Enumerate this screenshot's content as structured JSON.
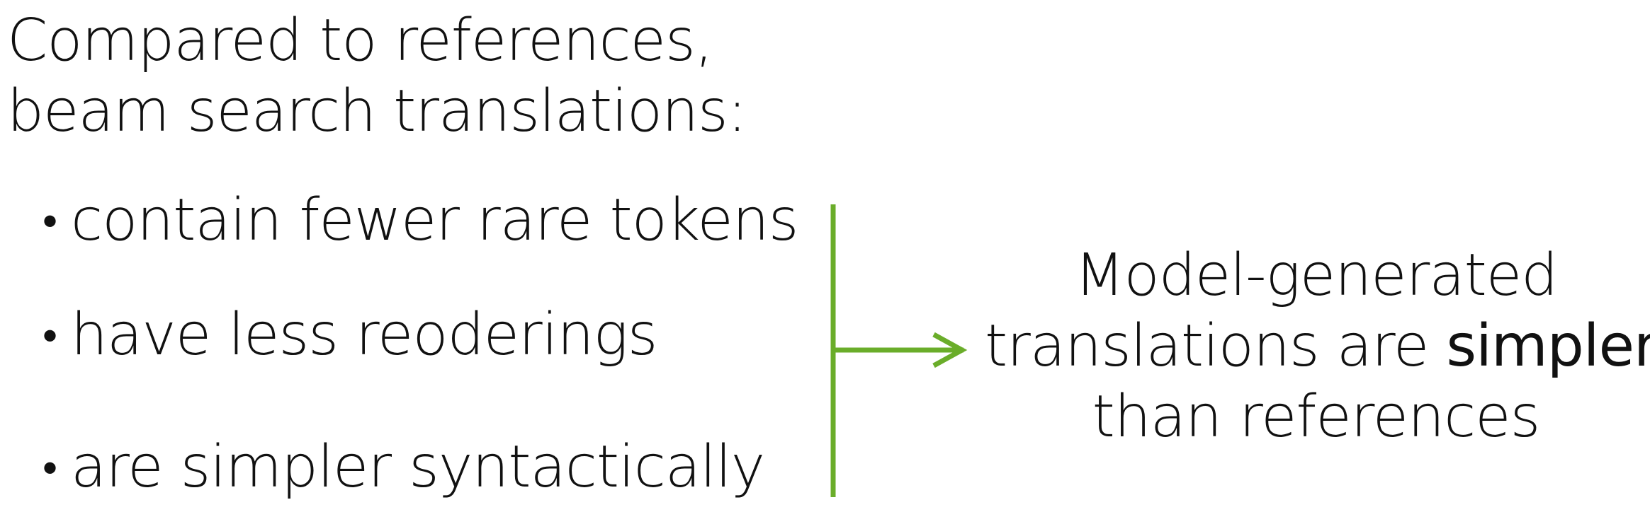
{
  "heading": {
    "line1": "Compared to references,",
    "line2": "beam search translations:"
  },
  "bullets": [
    {
      "dot": "•",
      "text": "contain fewer rare tokens"
    },
    {
      "dot": "•",
      "text": "have less reoderings"
    },
    {
      "dot": "•",
      "text": "are simpler syntactically"
    }
  ],
  "connector": {
    "color": "#6aad2a"
  },
  "conclusion": {
    "line1": "Model-generated",
    "line2_prefix": "translations are ",
    "line2_emphasis": "simpler",
    "line3": "than references"
  }
}
